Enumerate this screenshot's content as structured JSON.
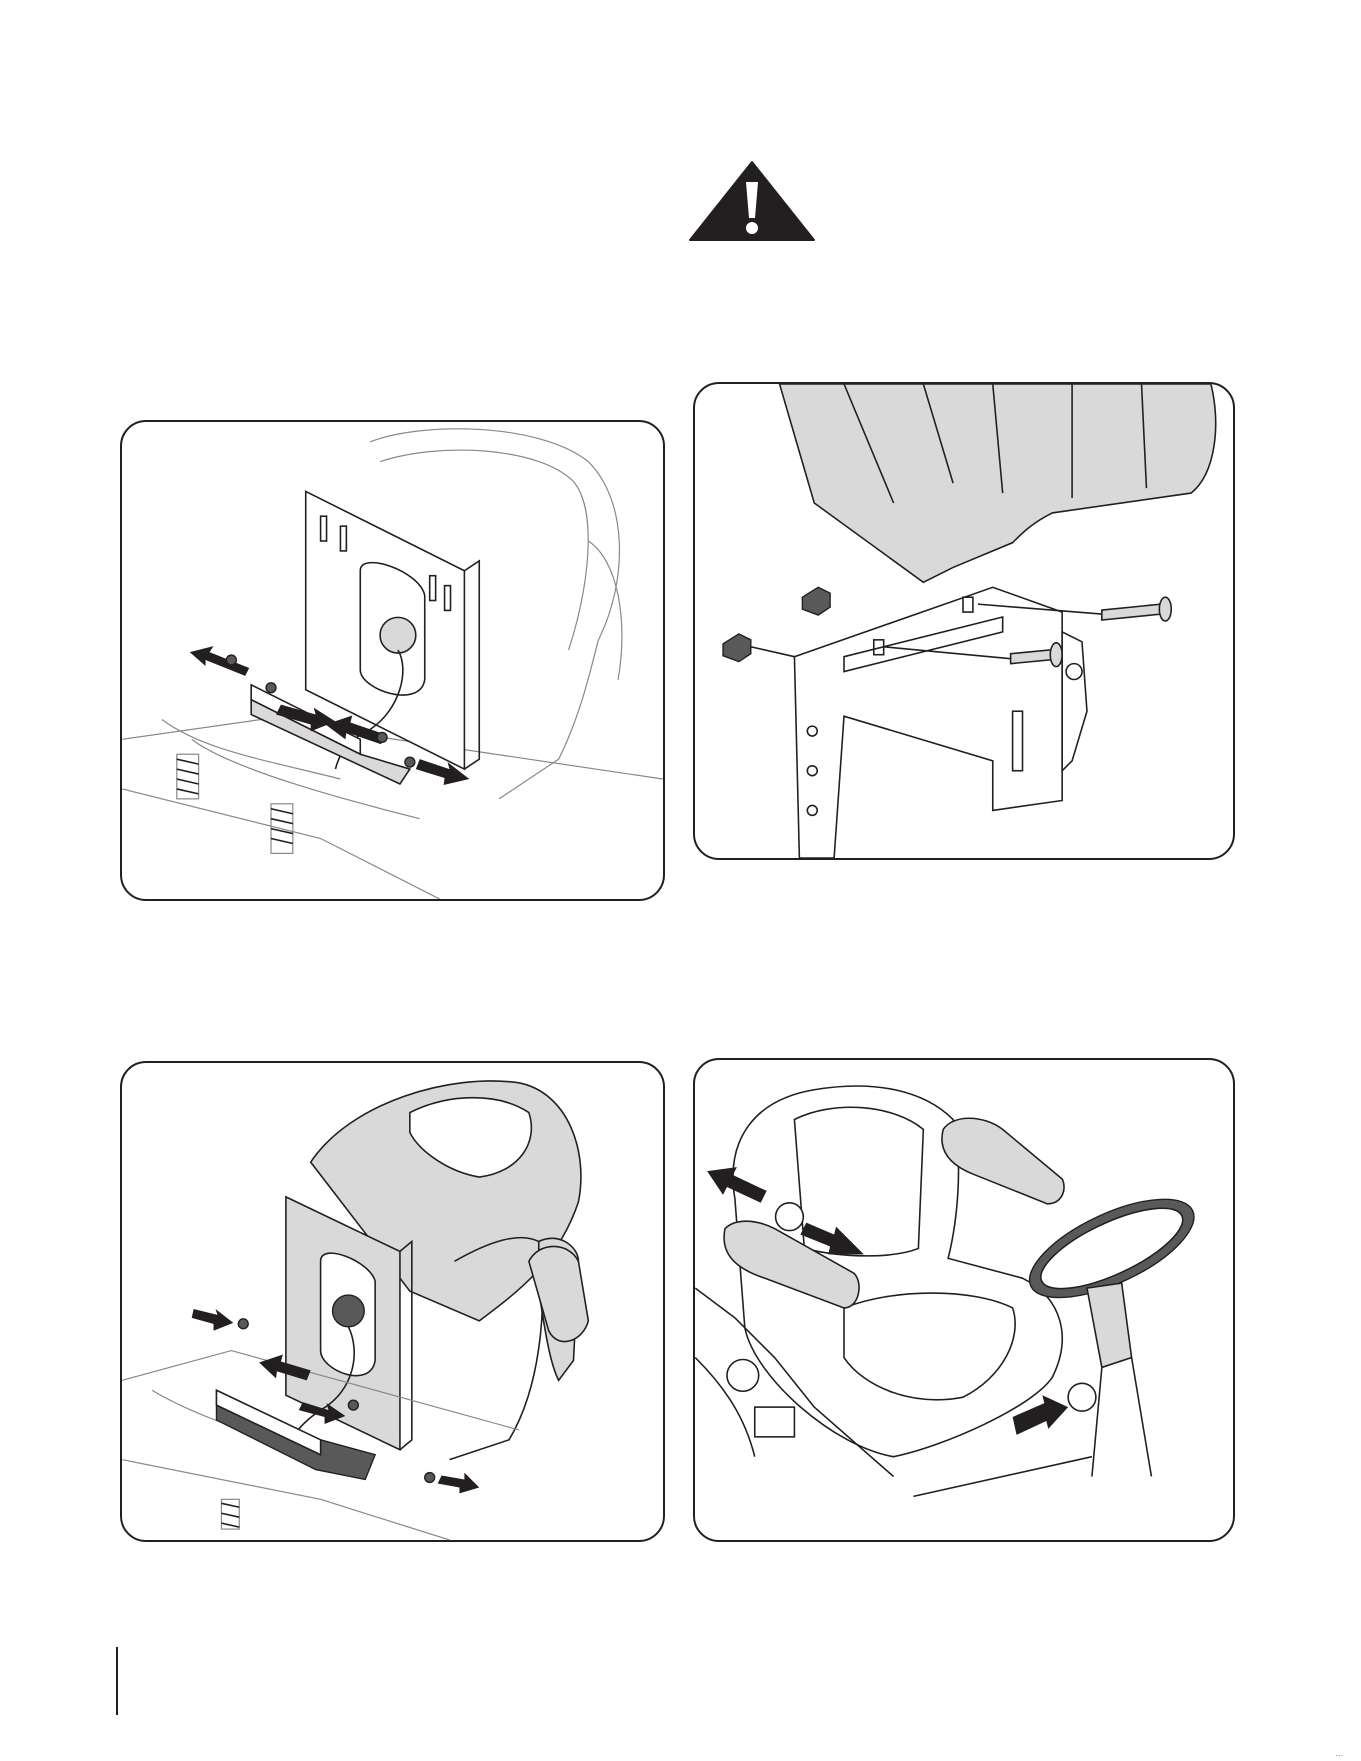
{
  "page": {
    "warning_symbol": "warning-triangle-icon",
    "footer_code": "...",
    "colors": {
      "ink": "#231f20",
      "panel_fill": "#d9d9d9",
      "paper": "#ffffff"
    }
  },
  "figures": [
    {
      "id": "fig-1",
      "subject": "seat-plate-slide-bracket-removal"
    },
    {
      "id": "fig-2",
      "subject": "seat-pivot-bracket-bolts"
    },
    {
      "id": "fig-3",
      "subject": "seat-plate-slide-bracket-install"
    },
    {
      "id": "fig-4",
      "subject": "seat-adjustment-on-tractor"
    }
  ]
}
